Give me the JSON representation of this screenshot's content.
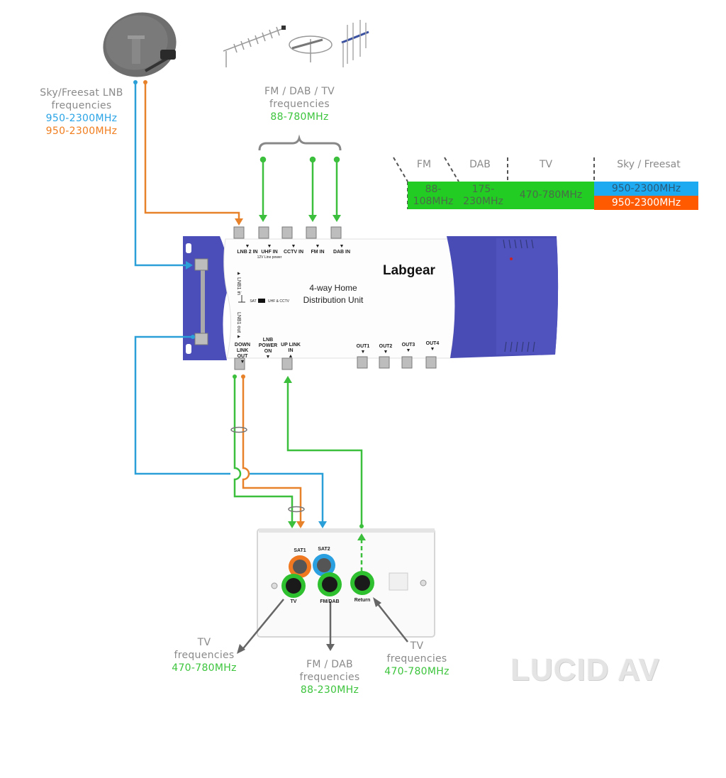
{
  "inputs": {
    "satellite": {
      "title_line1": "Sky/Freesat LNB",
      "title_line2": "frequencies",
      "freq_blue": "950-2300MHz",
      "freq_orange": "950-2300MHz"
    },
    "terrestrial": {
      "title_line1": "FM / DAB / TV",
      "title_line2": "frequencies",
      "freq": "88-780MHz"
    }
  },
  "spectrum_bar": {
    "headers": [
      "FM",
      "DAB",
      "TV",
      "Sky / Freesat"
    ],
    "bands": [
      {
        "name": "FM",
        "line1": "88-",
        "line2": "108MHz",
        "color": "#22cc22"
      },
      {
        "name": "DAB",
        "line1": "175-",
        "line2": "230MHz",
        "color": "#22cc22"
      },
      {
        "name": "TV",
        "line1": "470-780MHz",
        "line2": "",
        "color": "#22cc22"
      },
      {
        "name": "Sky / Freesat (SAT2)",
        "line1": "950-2300MHz",
        "line2": "",
        "color": "#1eaaf0"
      },
      {
        "name": "Sky / Freesat (SAT1)",
        "line1": "950-2300MHz",
        "line2": "",
        "color": "#ff5a00"
      }
    ]
  },
  "device": {
    "brand": "Labgear",
    "product_line1": "4-way Home",
    "product_line2": "Distribution Unit",
    "top_ports": [
      "LNB 2 IN",
      "UHF IN",
      "CCTV IN",
      "FM IN",
      "DAB IN"
    ],
    "uhf_note": "12V Line power",
    "side_labels": {
      "lnb1_in": "▲ LNB1 in",
      "lnb1_out": "LNB1 out ▲"
    },
    "switch_label": {
      "left": "SAT",
      "right": "UHF & CCTV"
    },
    "bottom_ports": [
      {
        "line1": "DOWN LINK",
        "line2": "OUT"
      },
      {
        "line1": "LNB",
        "line2": "POWER",
        "line3": "ON"
      },
      {
        "line1": "UP LINK",
        "line2": "IN"
      },
      {
        "line1": "OUT1"
      },
      {
        "line1": "OUT2"
      },
      {
        "line1": "OUT3"
      },
      {
        "line1": "OUT4"
      }
    ]
  },
  "wallplate": {
    "ports": [
      "SAT1",
      "SAT2",
      "TV",
      "FM/DAB",
      "Return"
    ]
  },
  "outputs": {
    "tv": {
      "line1": "TV",
      "line2": "frequencies",
      "freq": "470-780MHz"
    },
    "fmdab": {
      "line1": "FM / DAB",
      "line2": "frequencies",
      "freq": "88-230MHz"
    },
    "return": {
      "line1": "TV",
      "line2": "frequencies",
      "freq": "470-780MHz"
    }
  },
  "colors": {
    "sat_blue": "#2a9fd8",
    "sat_orange": "#e8822a",
    "terrestrial_green": "#3cbf3c",
    "device_blue": "#4b4db8"
  },
  "watermark": "LUCID AV"
}
